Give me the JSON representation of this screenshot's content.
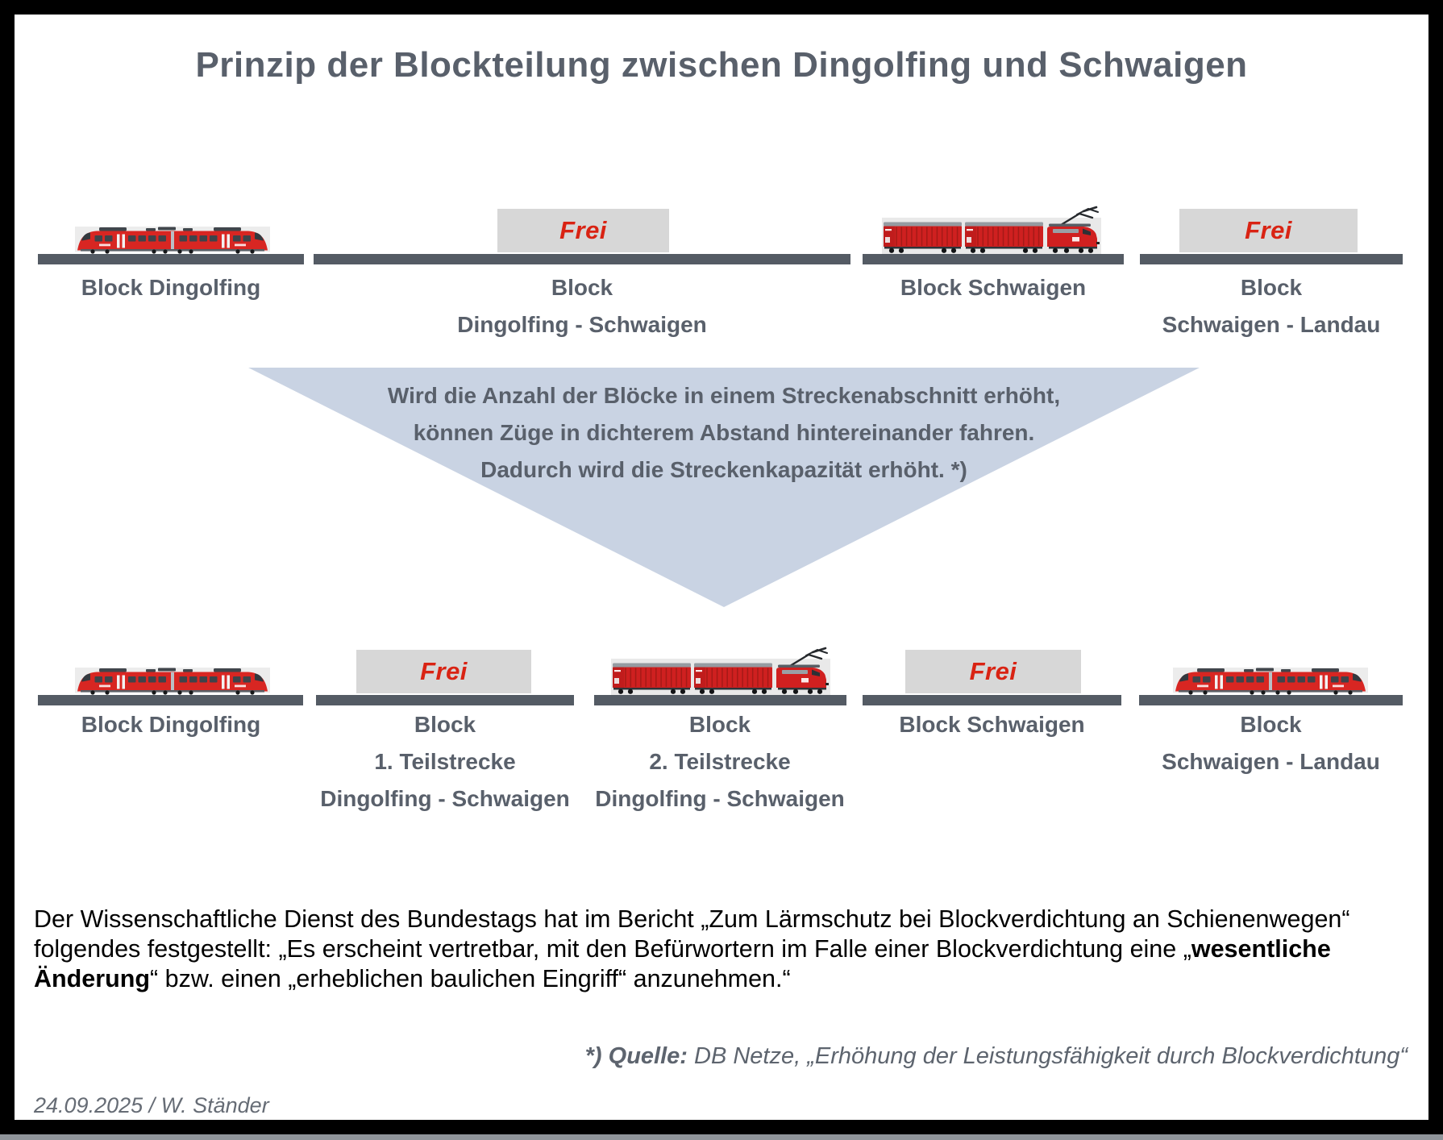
{
  "title": "Prinzip der Blockteilung zwischen Dingolfing und Schwaigen",
  "frei_label": "Frei",
  "top_row": {
    "blocks": [
      {
        "lines": [
          "Block Dingolfing"
        ]
      },
      {
        "lines": [
          "Block",
          "Dingolfing - Schwaigen"
        ]
      },
      {
        "lines": [
          "Block Schwaigen"
        ]
      },
      {
        "lines": [
          "Block",
          "Schwaigen - Landau"
        ]
      }
    ]
  },
  "arrow": {
    "lines": [
      "Wird die Anzahl der Blöcke in einem Streckenabschnitt erhöht,",
      "können Züge in dichterem Abstand hintereinander fahren.",
      "Dadurch wird die Streckenkapazität erhöht. *)"
    ]
  },
  "bottom_row": {
    "blocks": [
      {
        "lines": [
          "Block Dingolfing"
        ]
      },
      {
        "lines": [
          "Block",
          "1. Teilstrecke",
          "Dingolfing - Schwaigen"
        ]
      },
      {
        "lines": [
          "Block",
          "2. Teilstrecke",
          "Dingolfing - Schwaigen"
        ]
      },
      {
        "lines": [
          "Block Schwaigen"
        ]
      },
      {
        "lines": [
          "Block",
          "Schwaigen - Landau"
        ]
      }
    ]
  },
  "paragraph": {
    "lines": [
      {
        "segments": [
          {
            "text": "Der Wissenschaftliche Dienst des Bundestags hat im Bericht „Zum Lärmschutz bei Blockverdichtung an Schienenwegen“",
            "bold": false
          }
        ]
      },
      {
        "segments": [
          {
            "text": "folgendes festgestellt: „Es erscheint vertretbar, mit den Befürwortern im Falle einer Blockverdichtung eine „",
            "bold": false
          },
          {
            "text": "wesentliche",
            "bold": true
          }
        ]
      },
      {
        "segments": [
          {
            "text": "Änderung",
            "bold": true
          },
          {
            "text": "“ bzw. einen „erheblichen baulichen Eingriff“ anzunehmen.“",
            "bold": false
          }
        ]
      }
    ]
  },
  "footnote": {
    "prefix": "*) Quelle:",
    "text": " DB Netze, „Erhöhung der Leistungsfähigkeit durch Blockverdichtung“"
  },
  "date_author": "24.09.2025 / W. Ständer",
  "colors": {
    "accent_red": "#d92313",
    "text_gray": "#59606b",
    "track_gray": "#545b64",
    "frei_box_gray": "#d7d7d7",
    "arrow_blue": "#c9d3e3"
  }
}
